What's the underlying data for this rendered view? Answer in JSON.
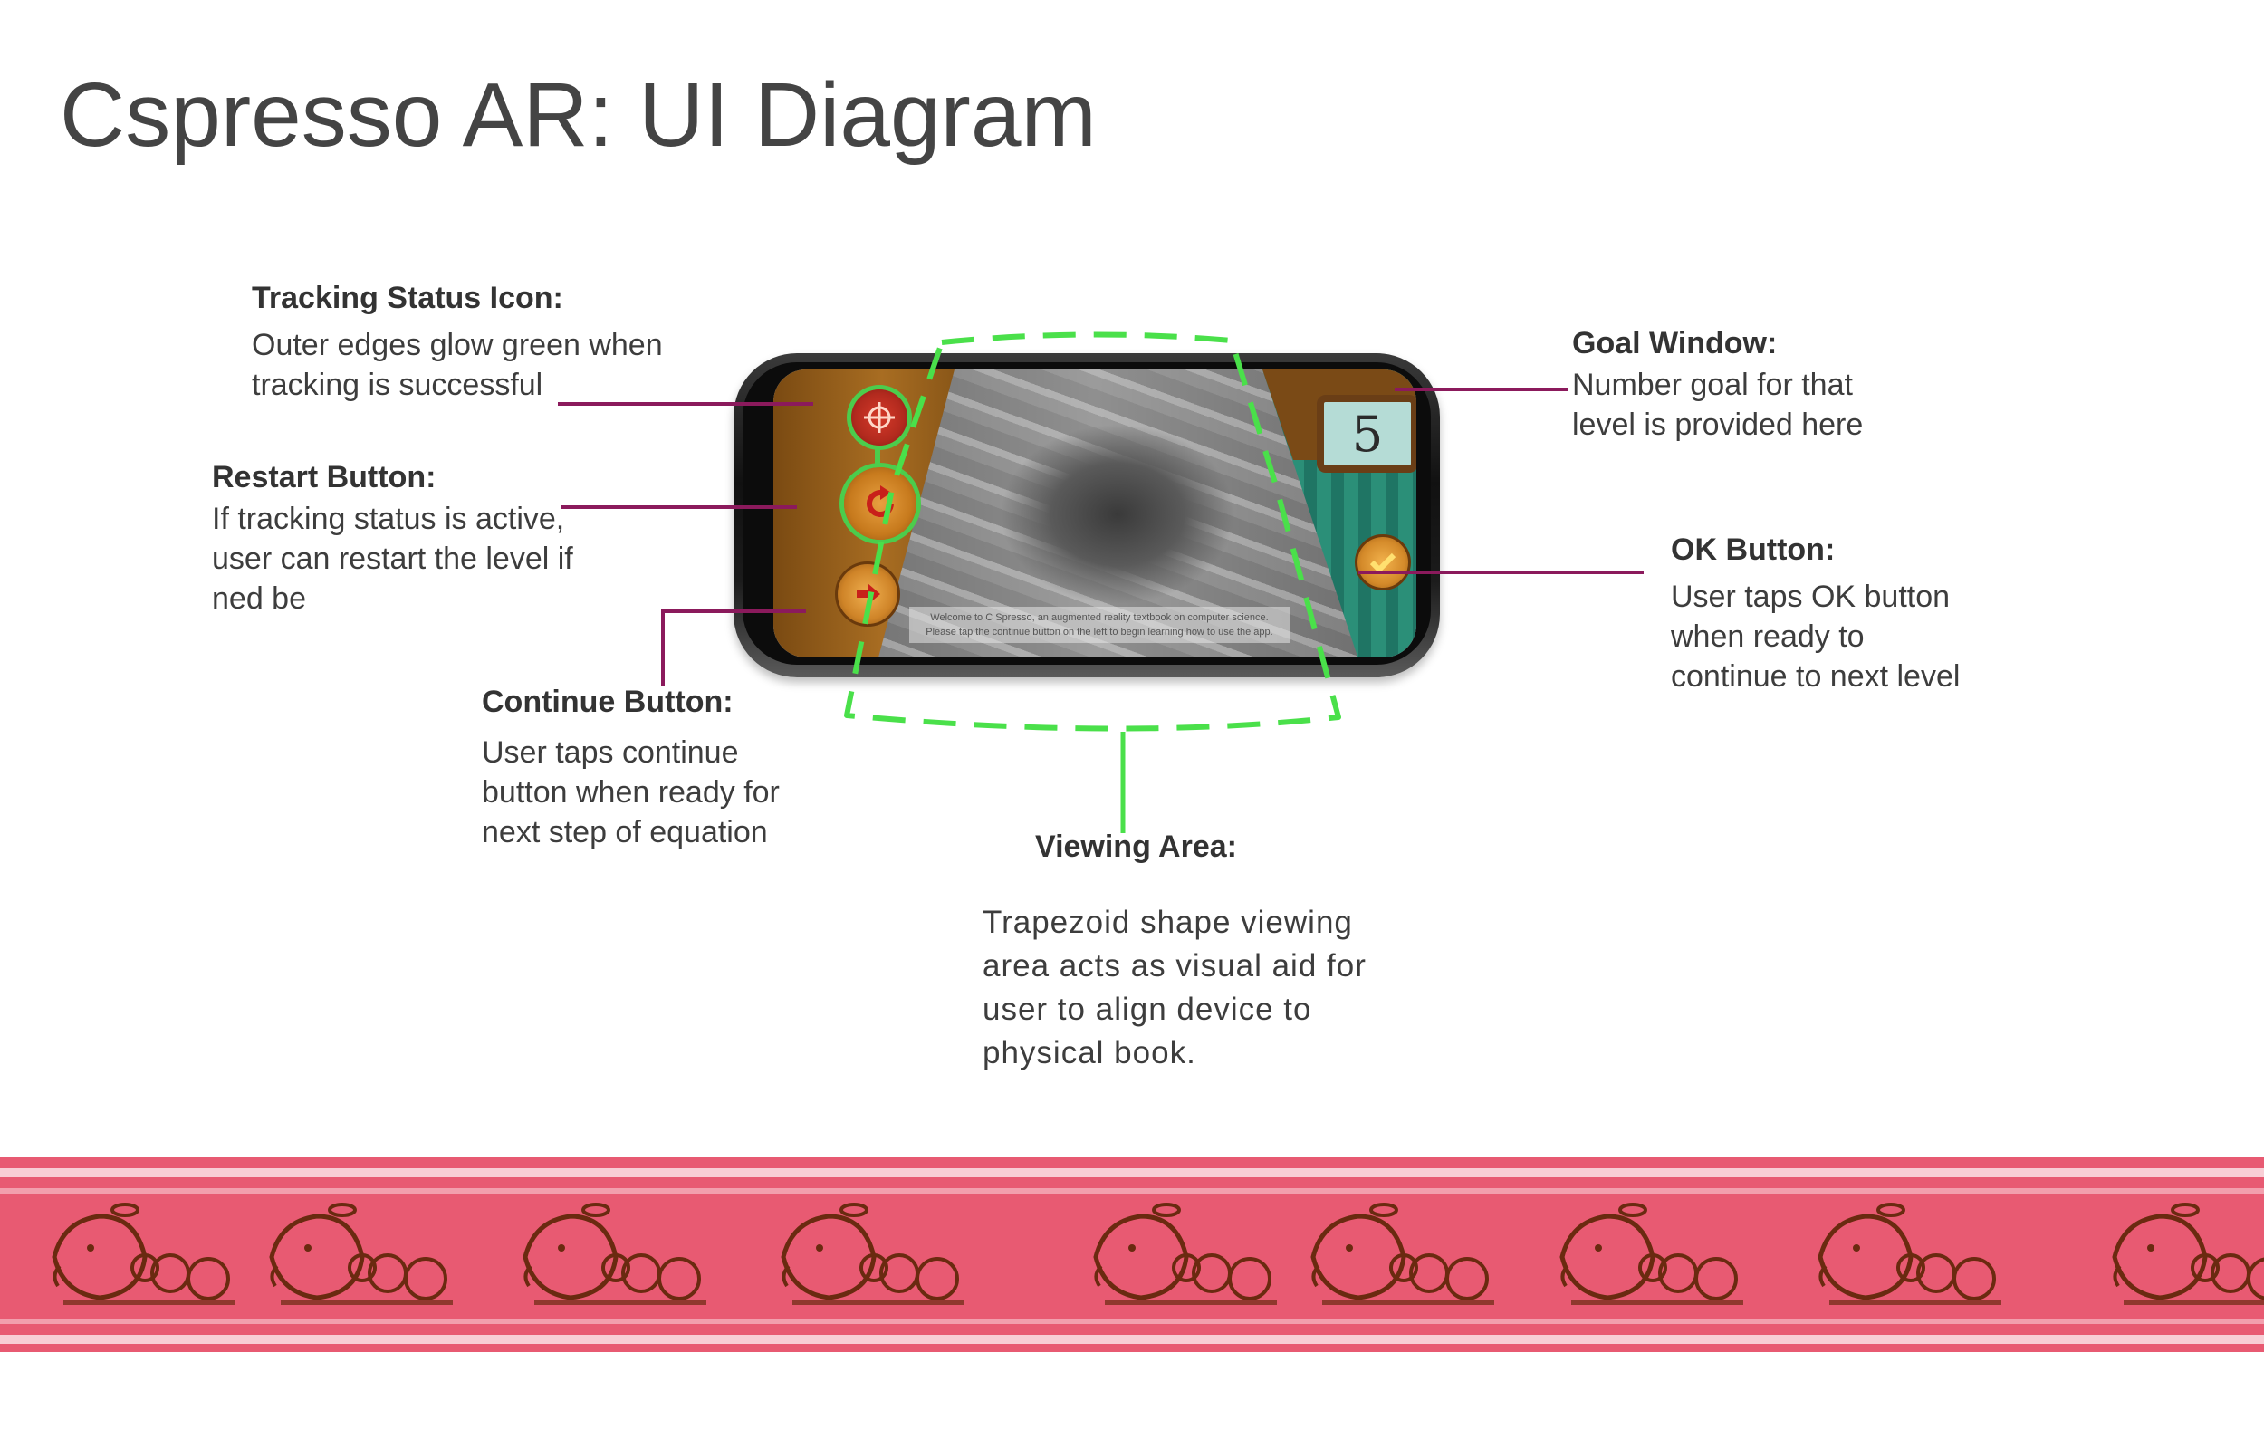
{
  "title": "Cspresso AR: UI Diagram",
  "labels": {
    "tracking": {
      "heading": "Tracking Status Icon:",
      "body": "Outer edges glow green when\ntracking is successful"
    },
    "restart": {
      "heading": "Restart Button:",
      "body": "If tracking status is active,\nuser can restart the level if\nned be"
    },
    "continue": {
      "heading": "Continue Button:",
      "body": "User taps continue\nbutton when ready for\nnext step of equation"
    },
    "viewing": {
      "heading": "Viewing Area:",
      "body": "Trapezoid shape viewing\narea acts as visual aid for\nuser to align device to\nphysical book."
    },
    "goal": {
      "heading": "Goal Window:",
      "body": "Number goal for that\nlevel is provided here"
    },
    "ok": {
      "heading": "OK Button:",
      "body": "User taps OK button\nwhen ready to\ncontinue to  next level"
    }
  },
  "phone": {
    "goal_value": "5",
    "welcome_text": "Welcome to C Spresso, an augmented reality textbook on computer science.\nPlease tap the continue button on the left to begin learning how to use the app."
  },
  "colors": {
    "callout_line": "#8b1a5c",
    "viewing_outline": "#4ae04a",
    "band": "#e85a72",
    "pot_ink": "#6a2a10"
  },
  "icons": {
    "tracking": "crosshair-icon",
    "restart": "restart-arrow-icon",
    "continue": "right-arrow-icon",
    "ok": "checkmark-icon",
    "band_motif": "teapot-and-balls-icon"
  }
}
